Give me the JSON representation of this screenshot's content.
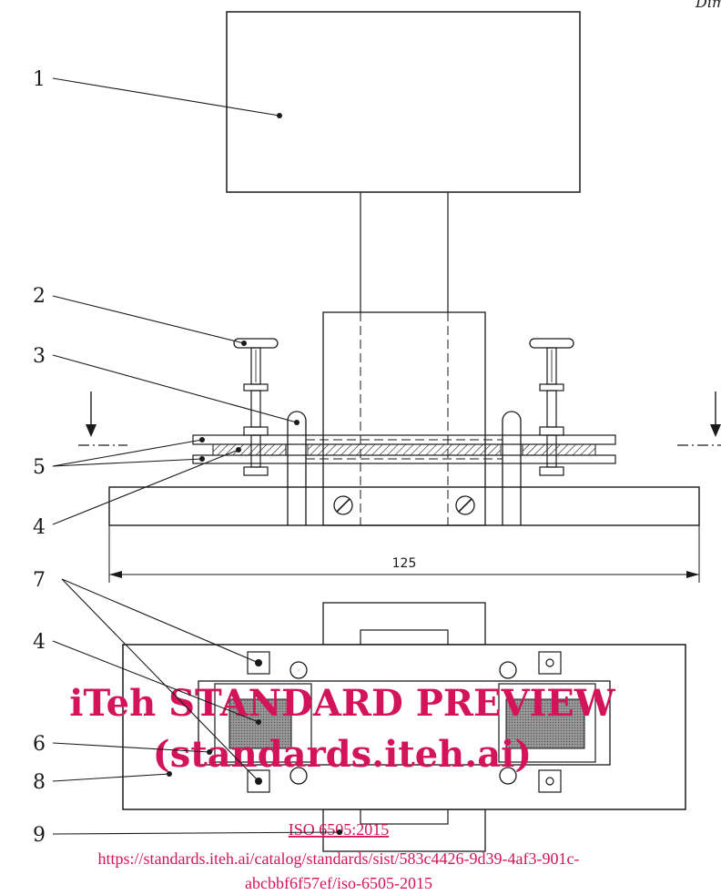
{
  "figure": {
    "corner_label": "Dim",
    "dimension_label": "125",
    "callouts": [
      "1",
      "2",
      "3",
      "5",
      "4",
      "7",
      "4",
      "6",
      "8",
      "9"
    ]
  },
  "watermark": {
    "line1": "iTeh STANDARD PREVIEW",
    "line2": "(standards.iteh.ai)",
    "doc_id": "ISO 6505:2015",
    "url_line1": "https://standards.iteh.ai/catalog/standards/sist/583c4426-9d39-4af3-901c-",
    "url_line2": "abcbbf6f57ef/iso-6505-2015"
  },
  "colors": {
    "line": "#1a1a1a",
    "watermark": "#d4145a",
    "hatch": "#555555",
    "background": "#ffffff"
  }
}
